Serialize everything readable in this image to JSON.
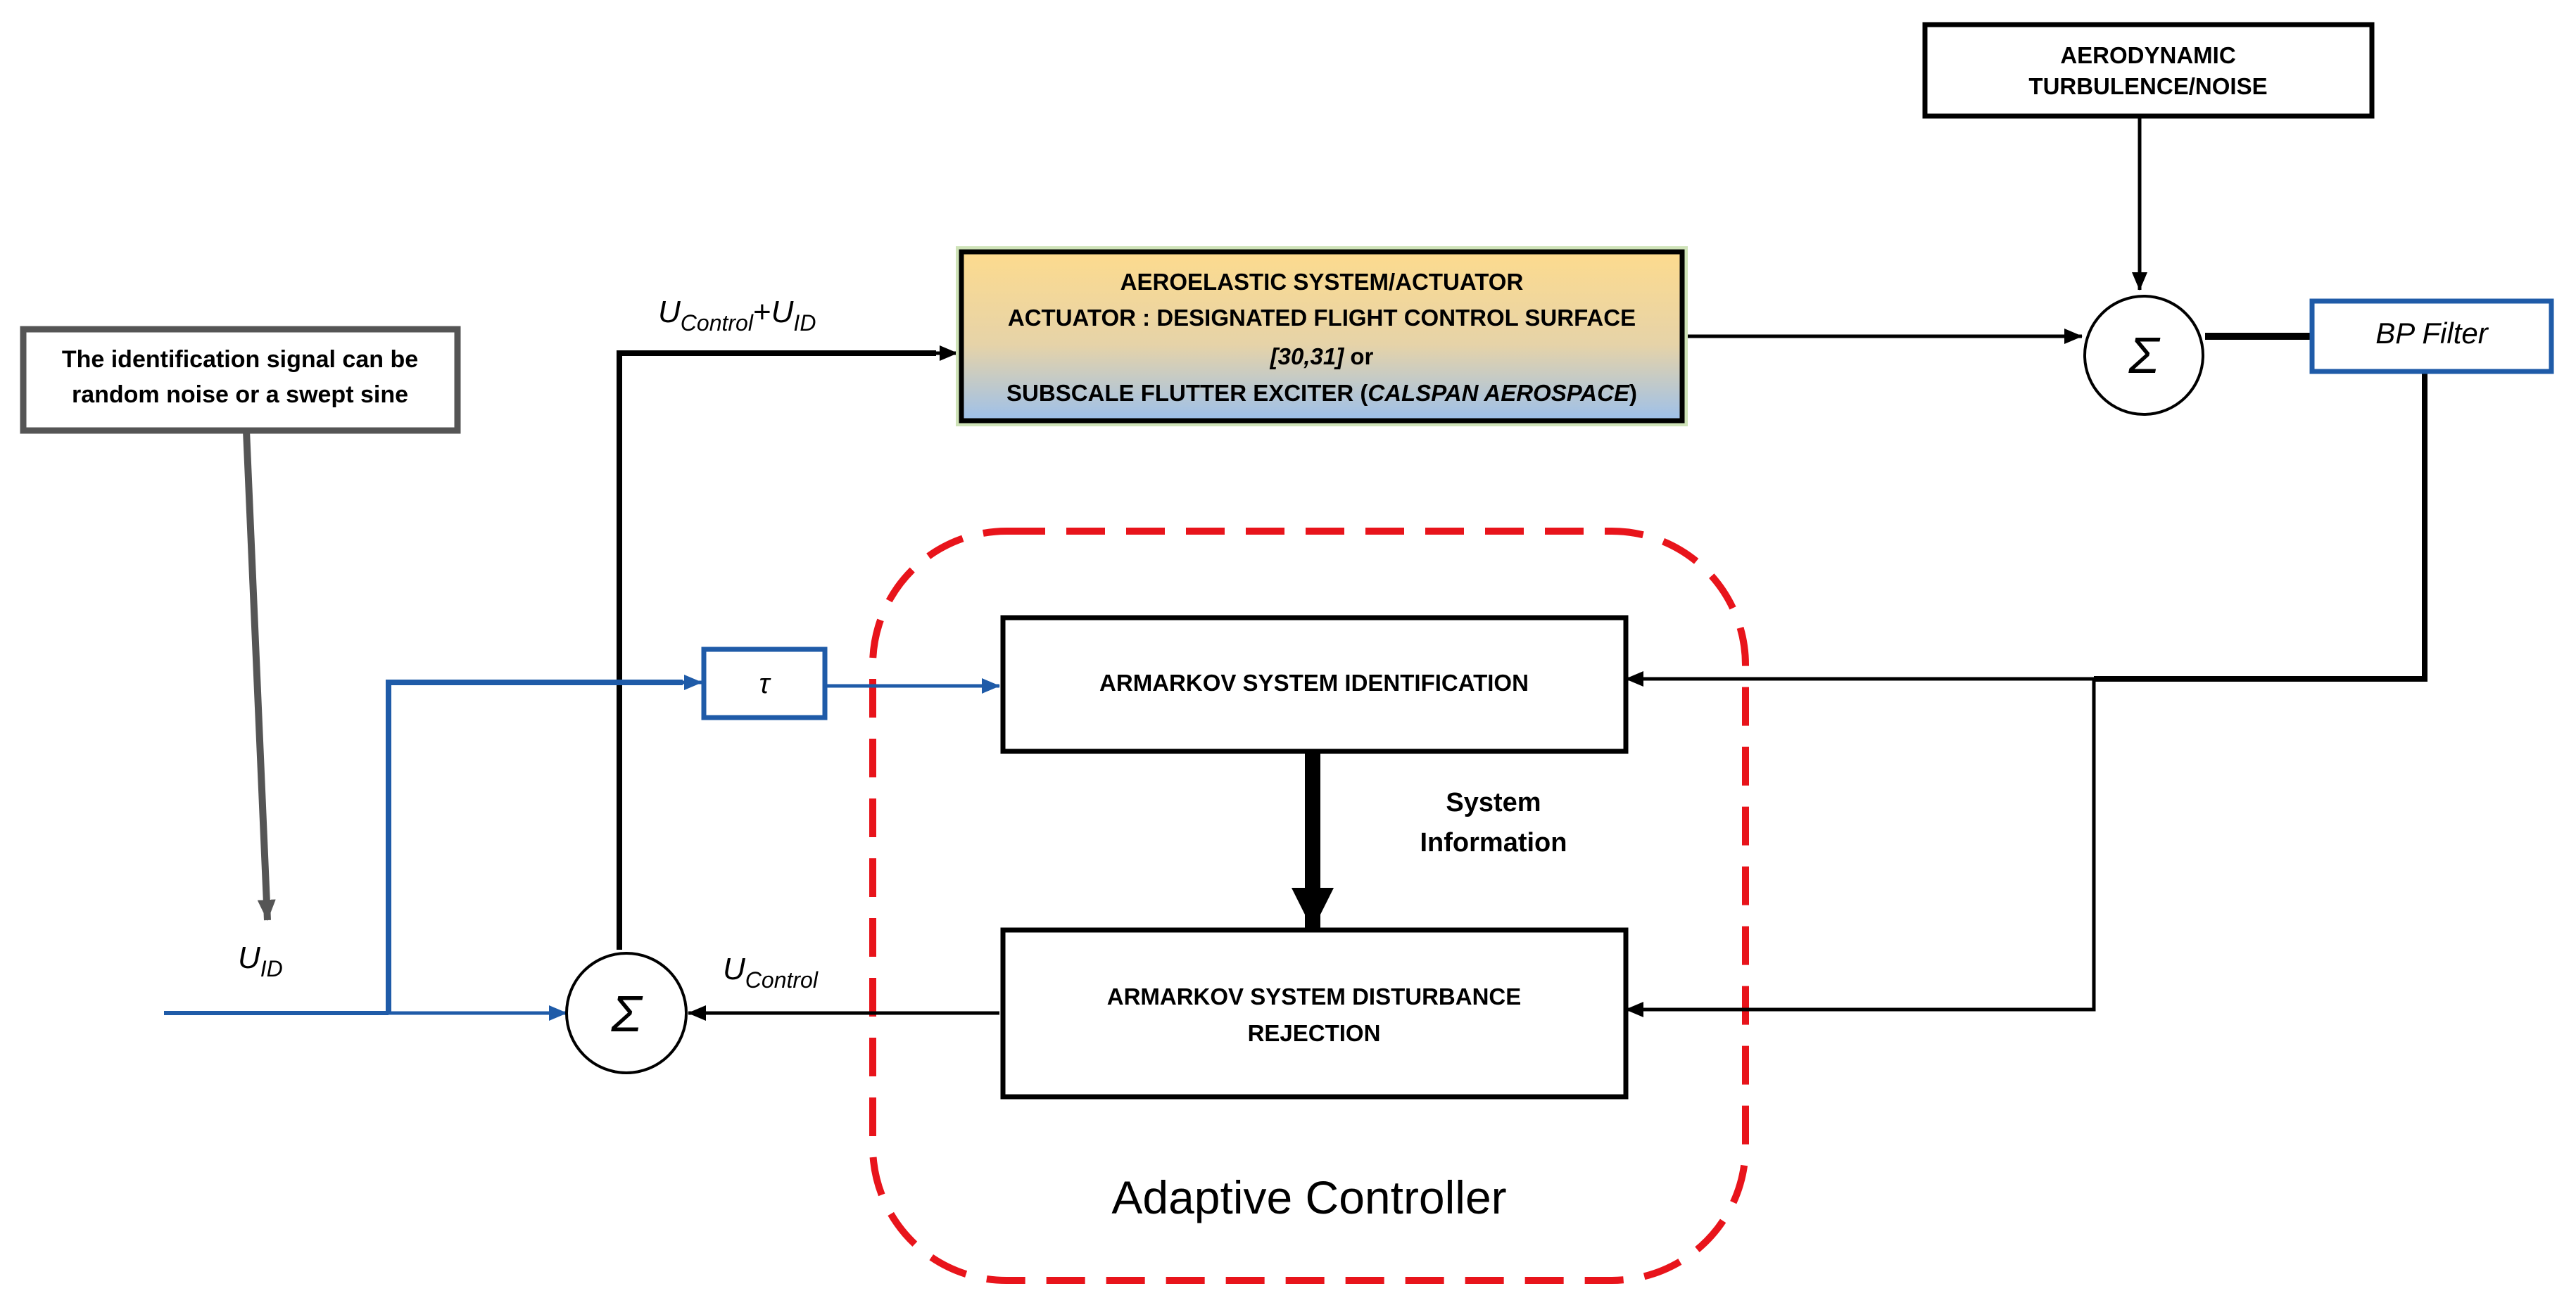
{
  "blocks": {
    "turbulence": {
      "line1": "AERODYNAMIC",
      "line2": "TURBULENCE/NOISE"
    },
    "aeroelastic": {
      "line1": "AEROELASTIC SYSTEM/ACTUATOR",
      "line2": "ACTUATOR : DESIGNATED FLIGHT CONTROL SURFACE",
      "line3_ref": "[30,31]",
      "line3_rest": " or",
      "line4_pre": "SUBSCALE FLUTTER EXCITER (",
      "line4_it": "CALSPAN AEROSPACE",
      "line4_post": ")"
    },
    "bp_filter": "BP Filter",
    "tau": "τ",
    "armarkov_id": "ARMARKOV SYSTEM IDENTIFICATION",
    "armarkov_dr": {
      "line1": "ARMARKOV SYSTEM DISTURBANCE",
      "line2": "REJECTION"
    },
    "note": {
      "line1": "The identification signal can be",
      "line2": "random noise or a swept sine"
    }
  },
  "summing_symbol": "Σ",
  "labels": {
    "u_control_plus_id": {
      "u1": "U",
      "sub1": "Control",
      "plus": "+",
      "u2": "U",
      "sub2": "ID"
    },
    "u_id": {
      "u": "U",
      "sub": "ID"
    },
    "u_control": {
      "u": "U",
      "sub": "Control"
    },
    "system_info": {
      "line1": "System",
      "line2": "Information"
    },
    "adaptive_controller": "Adaptive Controller"
  },
  "colors": {
    "black_line": "#000000",
    "blue_line": "#1f5ba8",
    "gray_arrow": "#555555",
    "red_dash": "#e8141b",
    "gradient_top": "#fddb8e",
    "gradient_bottom": "#9dc0ea",
    "note_border": "#555555"
  }
}
